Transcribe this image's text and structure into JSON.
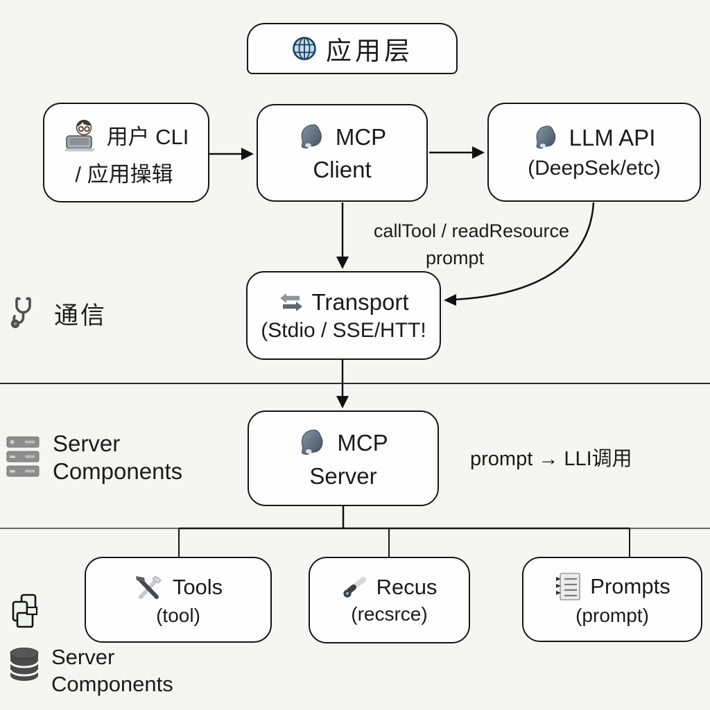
{
  "canvas": {
    "background": "#f5f5f2",
    "box_fill": "#fefefe",
    "line_color": "#1a1a1a",
    "head_icon_color": "#5e7086",
    "globe_icon_color": "#c6dcee"
  },
  "nodes": {
    "app_layer": {
      "icon": "globe-icon",
      "label": "应用层"
    },
    "user_cli": {
      "icon": "technologist-icon",
      "line1": "用户 CLI",
      "line2": "/ 应用操辑"
    },
    "mcp_client": {
      "icon": "head-icon",
      "line1": "MCP",
      "line2": "Client"
    },
    "llm_api": {
      "icon": "head-icon",
      "line1": "LLM API",
      "line2": "(DeepSek/etc)"
    },
    "transport": {
      "icon": "transfer-arrows-icon",
      "line1": "Transport",
      "line2": "(Stdio / SSE/HTT!"
    },
    "mcp_server": {
      "icon": "head-icon",
      "line1": "MCP",
      "line2": "Server"
    },
    "tools": {
      "icon": "hammer-wrench-icon",
      "line1": "Tools",
      "line2": "(tool)"
    },
    "resources": {
      "icon": "ratchet-icon",
      "line1": "Recus",
      "line2": "(recsrce)"
    },
    "prompts": {
      "icon": "list-icon",
      "line1": "Prompts",
      "line2": "(prompt)"
    }
  },
  "labels": {
    "call_line1": "callTool / readResource",
    "call_line2": "prompt",
    "communication": "通信",
    "server_components_mid": {
      "icon": "server-rack-icon",
      "line1": "Server",
      "line2": "Components"
    },
    "prompt_flow": "prompt → LLI调用",
    "server_components_bottom": {
      "icon_top": "pages-icon",
      "icon_bottom": "database-icon",
      "line1": "Server",
      "line2": "Components"
    }
  }
}
